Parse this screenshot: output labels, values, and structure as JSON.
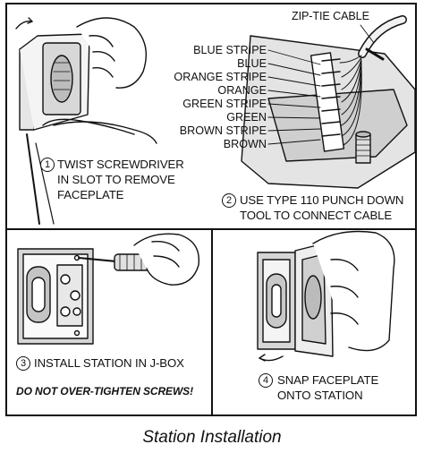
{
  "steps": [
    {
      "num": "1",
      "lines": [
        "TWIST SCREWDRIVER",
        "IN SLOT TO REMOVE",
        "FACEPLATE"
      ]
    },
    {
      "num": "2",
      "lines": [
        "USE TYPE 110 PUNCH DOWN",
        "TOOL TO CONNECT CABLE"
      ]
    },
    {
      "num": "3",
      "lines": [
        "INSTALL STATION IN J-BOX"
      ]
    },
    {
      "num": "4",
      "lines": [
        "SNAP FACEPLATE",
        "ONTO STATION"
      ]
    }
  ],
  "zip_tie_label": "ZIP-TIE CABLE",
  "wire_labels": [
    "BLUE STRIPE",
    "BLUE",
    "ORANGE STRIPE",
    "ORANGE",
    "GREEN STRIPE",
    "GREEN",
    "BROWN STRIPE",
    "BROWN"
  ],
  "warning": "DO NOT OVER-TIGHTEN SCREWS!",
  "caption": "Station Installation"
}
